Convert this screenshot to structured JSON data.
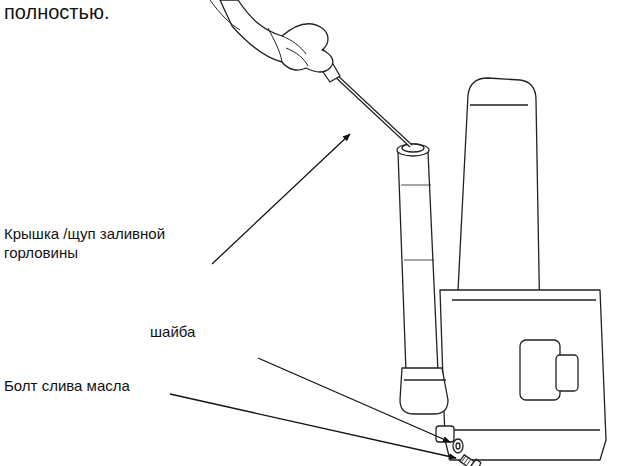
{
  "diagram": {
    "labels": [
      "полностью.",
      "Крышка /щуп заливной горловины",
      "шайба",
      "Болт слива масла"
    ]
  }
}
